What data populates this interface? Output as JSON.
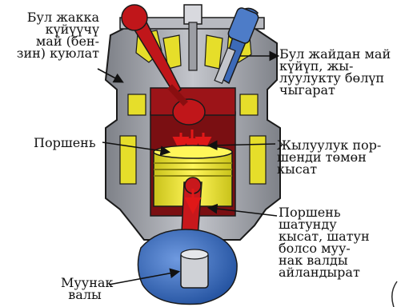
{
  "labels": {
    "fuel_intake": [
      "Бул жакка",
      "күйүүчү",
      "май (бен-",
      "зин) куюлат"
    ],
    "exhaust": [
      "Бул жайдан май",
      "күйүп, жы-",
      "луулукту бөлүп",
      "чыгарат"
    ],
    "piston": [
      "Поршень"
    ],
    "heat_push": [
      "Жылуулук пор-",
      "шенди төмөн",
      "кысат"
    ],
    "rod_push": [
      "Поршень",
      "шатунду",
      "кысат, шатун",
      "болсо муу-",
      "нак валды",
      "айландырат"
    ],
    "crankshaft": [
      "Муунак",
      "валы"
    ]
  },
  "colors": {
    "engine_body": "#a8aab0",
    "engine_shadow": "#6d7078",
    "water_jacket": "#e6de2a",
    "intake_valve": "#c0161a",
    "exhaust_valve": "#3c6ab8",
    "piston": "#f2ea1e",
    "connecting_rod": "#c8181c",
    "crankshaft": "#2f6ac4",
    "arrows": "#111111",
    "heat_arrows": "#e01818",
    "outline": "#1a1a1a"
  }
}
